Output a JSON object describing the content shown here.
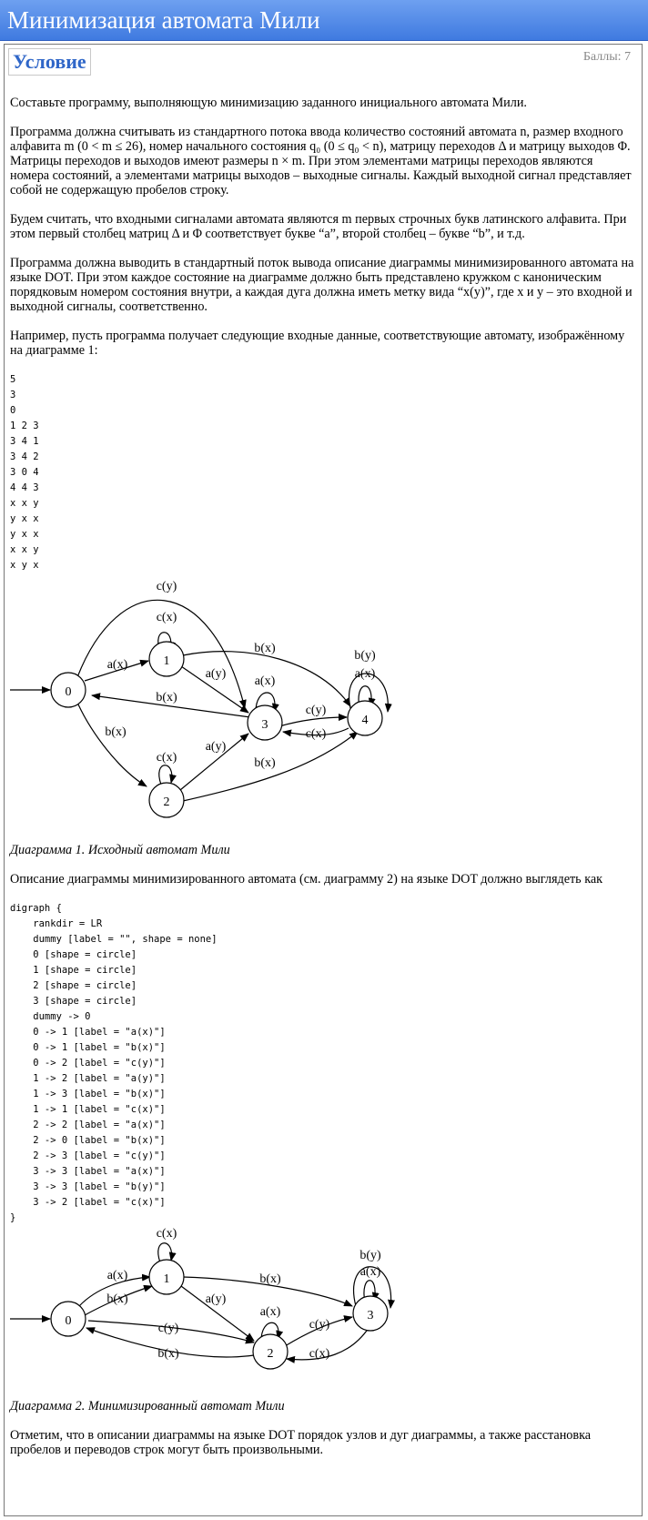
{
  "header": {
    "title": "Минимизация автомата Мили"
  },
  "section": {
    "title": "Условие",
    "score": "Баллы: 7"
  },
  "para1": "Составьте программу, выполняющую минимизацию заданного инициального автомата Мили.",
  "para2": "Программа должна считывать из стандартного потока ввода количество состояний автомата n, размер входного алфавита m (0 < m ≤ 26), номер начального состояния q₀ (0 ≤ q₀ < n), матрицу переходов Δ и матрицу выходов Φ. Матрицы переходов и выходов имеют размеры n × m. При этом элементами матрицы переходов являются номера состояний, а элементами матрицы выходов – выходные сигналы. Каждый выходной сигнал представляет собой не содержащую пробелов строку.",
  "para3": "Будем считать, что входными сигналами автомата являются m первых строчных букв латинского алфавита. При этом первый столбец матриц Δ и Φ соответствует букве “a”, второй столбец – букве “b”, и т.д.",
  "para4": "Программа должна выводить в стандартный поток вывода описание диаграммы минимизированного автомата на языке DOT. При этом каждое состояние на диаграмме должно быть представлено кружком с каноническим порядковым номером состояния внутри, а каждая дуга должна иметь метку вида “x(y)”, где x и y – это входной и выходной сигналы, соответственно.",
  "para5": "Например, пусть программа получает следующие входные данные, соответствующие автомату, изображённому на диаграмме 1:",
  "input_example": "5\n3\n0\n1 2 3\n3 4 1\n3 4 2\n3 0 4\n4 4 3\nx x y\ny x x\ny x x\nx x y\nx y x",
  "diagram1": {
    "caption": "Диаграмма 1. Исходный автомат Мили",
    "nodes": [
      "0",
      "1",
      "2",
      "3",
      "4"
    ],
    "edge_labels": [
      "c(y)",
      "c(x)",
      "a(x)",
      "b(x)",
      "a(y)",
      "a(x)",
      "b(y)",
      "a(x)",
      "b(x)",
      "c(y)",
      "c(x)",
      "b(x)",
      "c(x)",
      "a(y)",
      "b(x)"
    ]
  },
  "para6": "Описание диаграммы минимизированного автомата (см. диаграмму 2) на языке DOT должно выглядеть как",
  "dot_output": "digraph {\n    rankdir = LR\n    dummy [label = \"\", shape = none]\n    0 [shape = circle]\n    1 [shape = circle]\n    2 [shape = circle]\n    3 [shape = circle]\n    dummy -> 0\n    0 -> 1 [label = \"a(x)\"]\n    0 -> 1 [label = \"b(x)\"]\n    0 -> 2 [label = \"c(y)\"]\n    1 -> 2 [label = \"a(y)\"]\n    1 -> 3 [label = \"b(x)\"]\n    1 -> 1 [label = \"c(x)\"]\n    2 -> 2 [label = \"a(x)\"]\n    2 -> 0 [label = \"b(x)\"]\n    2 -> 3 [label = \"c(y)\"]\n    3 -> 3 [label = \"a(x)\"]\n    3 -> 3 [label = \"b(y)\"]\n    3 -> 2 [label = \"c(x)\"]\n}",
  "diagram2": {
    "caption": "Диаграмма 2. Минимизированный автомат Мили",
    "nodes": [
      "0",
      "1",
      "2",
      "3"
    ],
    "edge_labels": [
      "c(x)",
      "a(x)",
      "b(x)",
      "a(y)",
      "b(x)",
      "b(y)",
      "a(x)",
      "a(x)",
      "c(y)",
      "c(y)",
      "b(x)",
      "c(x)"
    ]
  },
  "para7": "Отметим, что в описании диаграммы на языке DOT порядок узлов и дуг диаграммы, а также расстановка пробелов и переводов строк могут быть произвольными."
}
